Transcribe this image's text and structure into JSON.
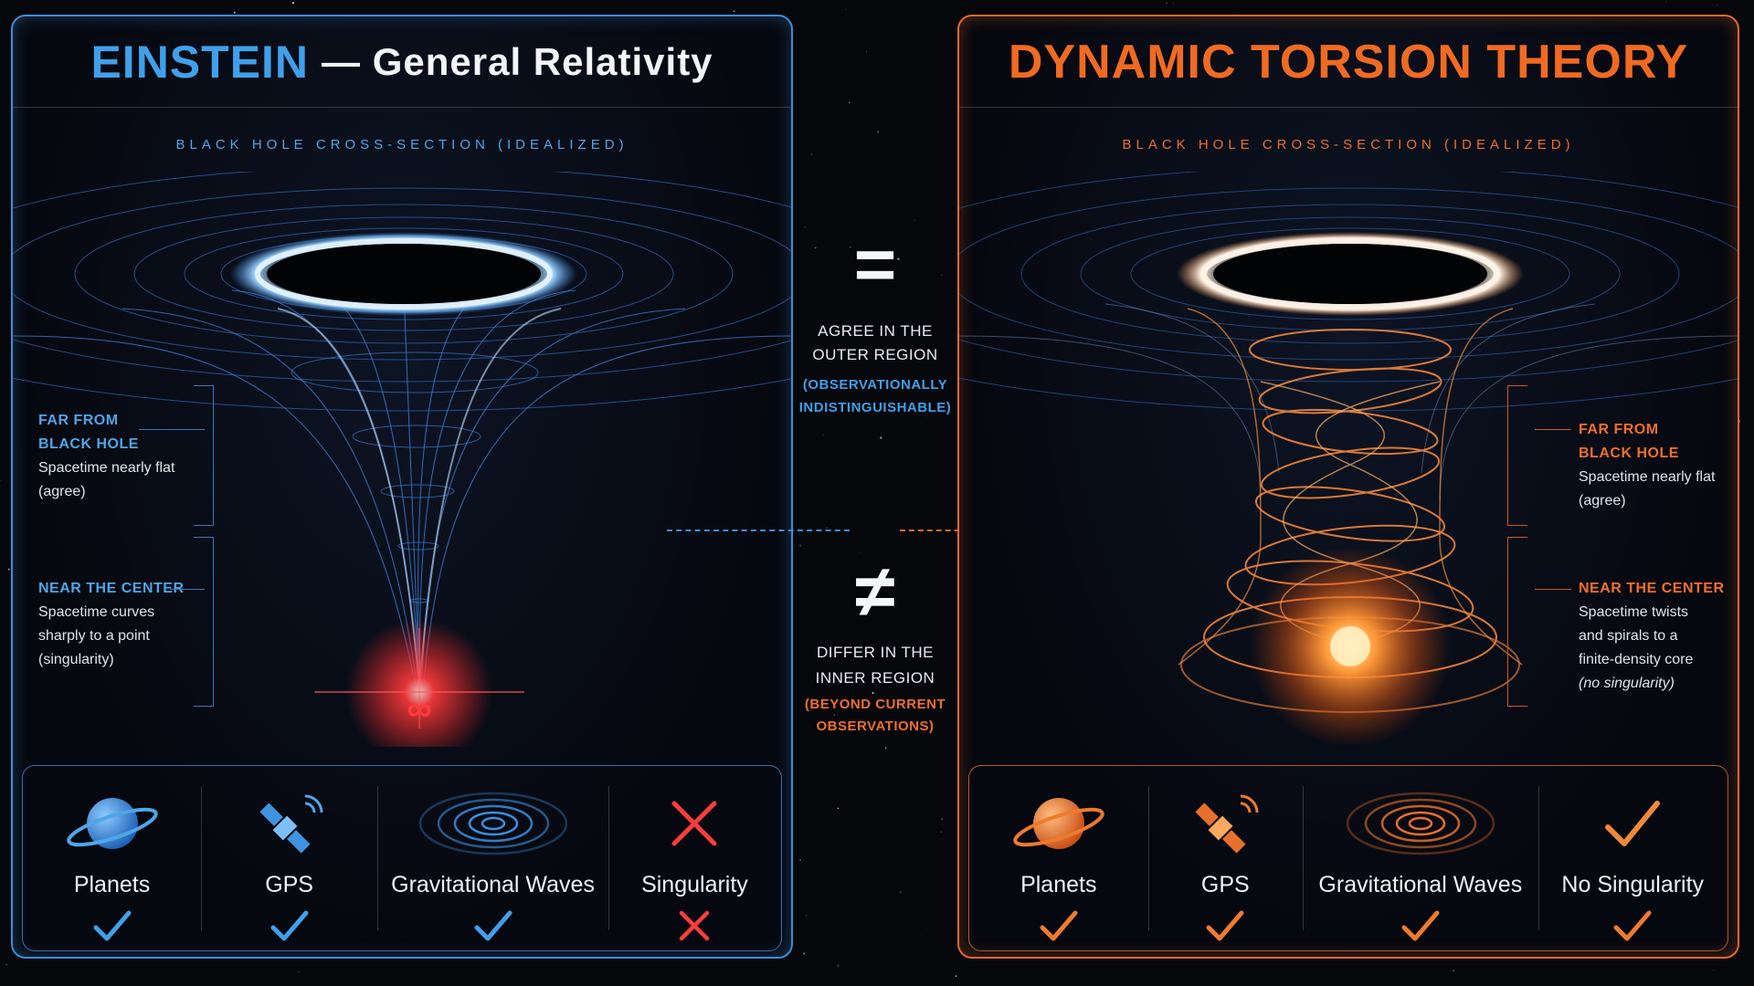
{
  "left_panel": {
    "title_accent": "EINSTEIN",
    "title_rest": "— General Relativity",
    "subtitle": "BLACK HOLE CROSS-SECTION (IDEALIZED)",
    "far": {
      "head_line1": "FAR FROM",
      "head_line2": "BLACK HOLE",
      "line1": "Spacetime nearly flat",
      "line2": "(agree)"
    },
    "near": {
      "head": "NEAR THE CENTER",
      "line1": "Spacetime curves",
      "line2": "sharply to a point",
      "line3": "(singularity)"
    },
    "infinity_symbol": "∞",
    "tiles": [
      {
        "label": "Planets",
        "icon": "planet-icon",
        "status": "check"
      },
      {
        "label": "GPS",
        "icon": "satellite-icon",
        "status": "check"
      },
      {
        "label": "Gravitational Waves",
        "icon": "waves-icon",
        "status": "check"
      },
      {
        "label": "Singularity",
        "icon": "cross-icon",
        "status": "cross"
      }
    ]
  },
  "right_panel": {
    "title": "DYNAMIC TORSION THEORY",
    "subtitle": "BLACK HOLE CROSS-SECTION (IDEALIZED)",
    "far": {
      "head_line1": "FAR FROM",
      "head_line2": "BLACK HOLE",
      "line1": "Spacetime nearly flat",
      "line2": "(agree)"
    },
    "near": {
      "head": "NEAR THE CENTER",
      "line1": "Spacetime twists",
      "line2": "and spirals to a",
      "line3": "finite-density core",
      "line4": "(no singularity)"
    },
    "tiles": [
      {
        "label": "Planets",
        "icon": "planet-icon",
        "status": "check"
      },
      {
        "label": "GPS",
        "icon": "satellite-icon",
        "status": "check"
      },
      {
        "label": "Gravitational Waves",
        "icon": "waves-icon",
        "status": "check"
      },
      {
        "label": "No Singularity",
        "icon": "check-icon",
        "status": "check"
      }
    ]
  },
  "center": {
    "equal_symbol": "=",
    "agree_line1": "AGREE IN THE",
    "agree_line2": "OUTER REGION",
    "agree_sub1": "(OBSERVATIONALLY",
    "agree_sub2": "INDISTINGUISHABLE)",
    "notequal_symbol": "≠",
    "differ_line1": "DIFFER IN THE",
    "differ_line2": "INNER REGION",
    "differ_sub1": "(BEYOND CURRENT",
    "differ_sub2": "OBSERVATIONS)"
  },
  "colors": {
    "blue": "#3fa0ea",
    "orange": "#ef6f2b",
    "red": "#ff3b3b"
  }
}
